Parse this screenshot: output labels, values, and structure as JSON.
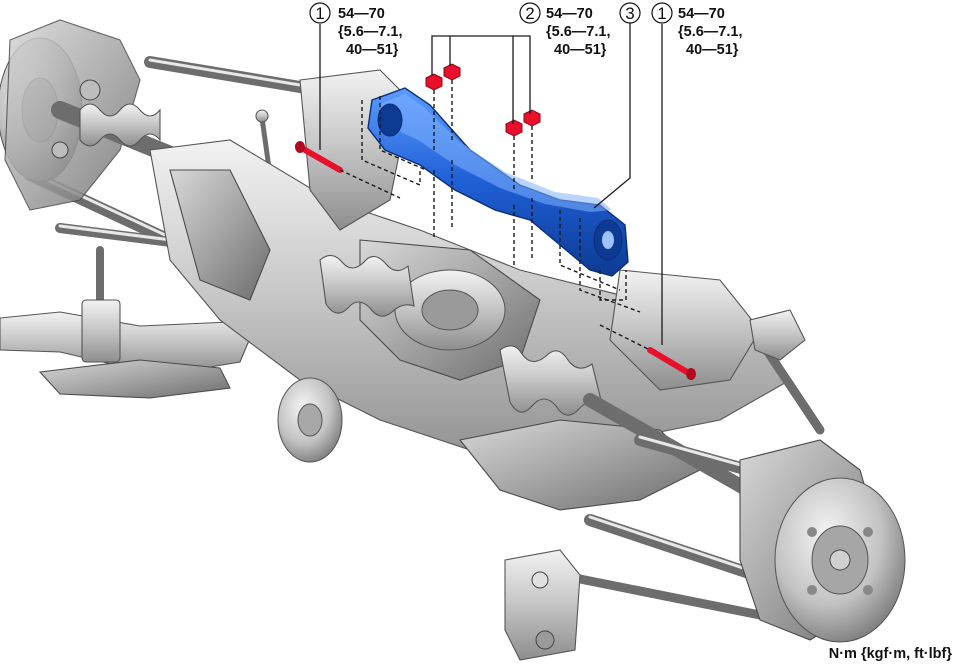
{
  "callouts": [
    {
      "id": "1a",
      "number": "1",
      "torque": [
        "54—70",
        "{5.6—7.1,",
        "40—51}"
      ]
    },
    {
      "id": "2",
      "number": "2",
      "torque": [
        "54—70",
        "{5.6—7.1,",
        "40—51}"
      ]
    },
    {
      "id": "3",
      "number": "3"
    },
    {
      "id": "1b",
      "number": "1",
      "torque": [
        "54—70",
        "{5.6—7.1,",
        "40—51}"
      ]
    }
  ],
  "unit_label": "N·m {kgf·m, ft·lbf}",
  "colors": {
    "highlight_part": "#1f5fd6",
    "fasteners": "#e8102a",
    "assembly": "#b9b9b9",
    "leader_lines": "#1a1a1a"
  }
}
